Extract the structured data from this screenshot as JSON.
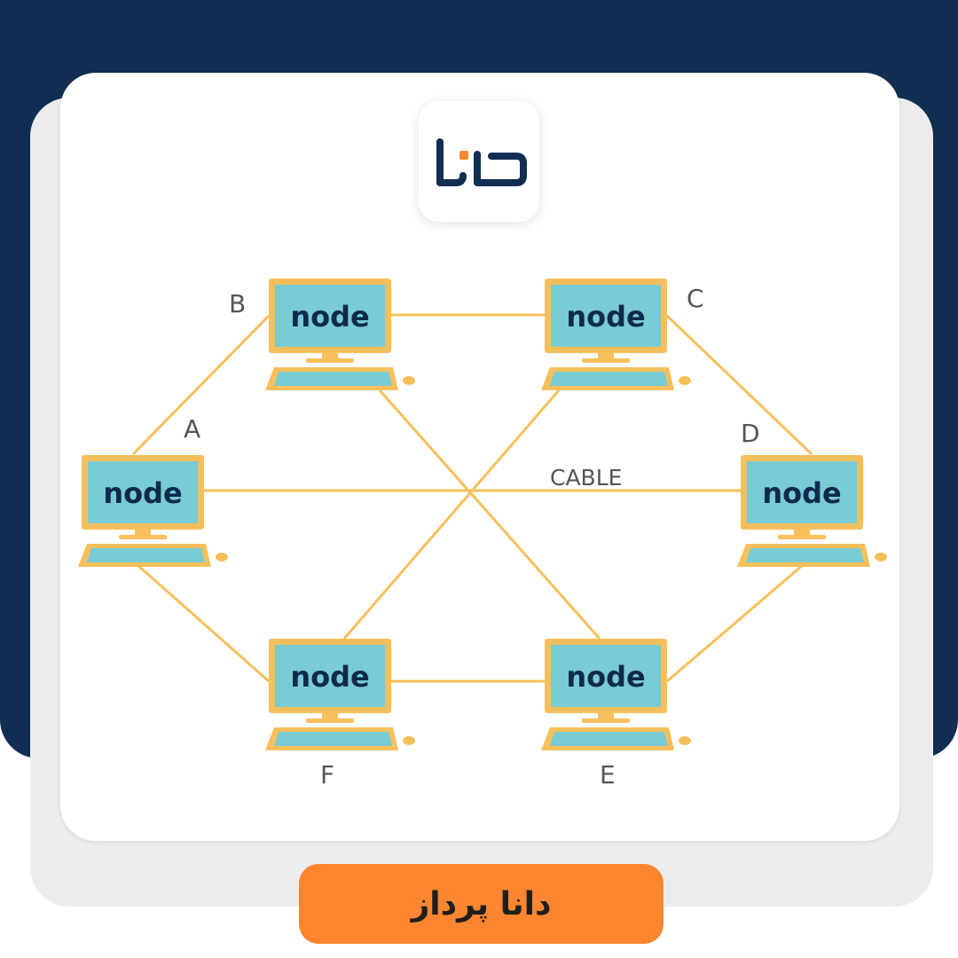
{
  "brand": {
    "logo_icon": "dana-logo-icon",
    "name": "دانا پرداز",
    "colors": {
      "navy": "#112d52",
      "orange": "#fb862f",
      "line": "#f7bf5a",
      "screen": "#79cbd4"
    }
  },
  "diagram": {
    "cable_label": "CABLE",
    "nodes": [
      {
        "id": "A",
        "letter": "A",
        "text": "node"
      },
      {
        "id": "B",
        "letter": "B",
        "text": "node"
      },
      {
        "id": "C",
        "letter": "C",
        "text": "node"
      },
      {
        "id": "D",
        "letter": "D",
        "text": "node"
      },
      {
        "id": "E",
        "letter": "E",
        "text": "node"
      },
      {
        "id": "F",
        "letter": "F",
        "text": "node"
      }
    ],
    "links": [
      [
        "A",
        "B"
      ],
      [
        "B",
        "C"
      ],
      [
        "C",
        "D"
      ],
      [
        "D",
        "E"
      ],
      [
        "E",
        "F"
      ],
      [
        "F",
        "A"
      ],
      [
        "A",
        "D"
      ],
      [
        "B",
        "E"
      ],
      [
        "C",
        "F"
      ]
    ]
  }
}
